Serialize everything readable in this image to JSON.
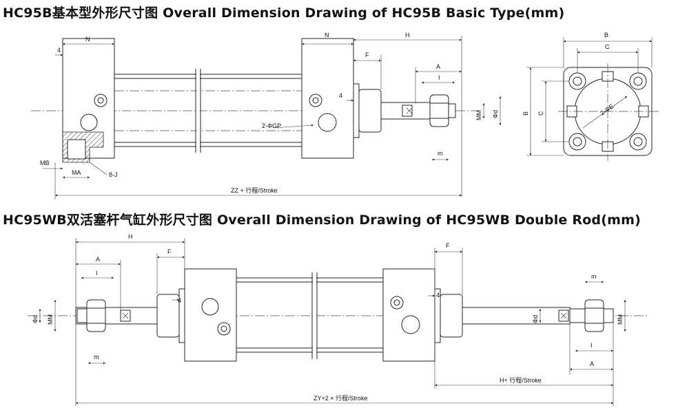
{
  "headings": {
    "basic": "HC95B基本型外形尺寸图 Overall Dimension Drawing of HC95B Basic Type(mm)",
    "double": "HC95WB双活塞杆气缸外形尺寸图 Overall Dimension Drawing of HC95WB Double Rod(mm)"
  },
  "basic_labels": {
    "n_left": "N",
    "four_top": "4",
    "n_right": "N",
    "h": "H",
    "f": "F",
    "a": "A",
    "i": "I",
    "four_mid": "4",
    "gp": "2-ΦGP",
    "mm": "MM",
    "phid": "Φd",
    "m": "m",
    "mb": "MB",
    "ma": "MA",
    "j": "8-J",
    "zz": "ZZ + 行程/Stroke"
  },
  "end_labels": {
    "b_top": "B",
    "c_top": "C",
    "b_side": "B",
    "c_side": "C",
    "e": "2-ΦE"
  },
  "double_labels": {
    "h": "H",
    "f_left": "F",
    "a_left": "A",
    "i_left": "I",
    "four_left": "4",
    "phid_left": "Φd",
    "mm_left": "MM",
    "m_left": "m",
    "f_right": "F",
    "four_right": "4",
    "m_right": "m",
    "phid_right": "Φd",
    "mm_right": "MM",
    "i_right": "I",
    "a_right": "A",
    "hs": "H+ 行程/Stroke",
    "zy": "ZY+2 × 行程/Stroke"
  }
}
